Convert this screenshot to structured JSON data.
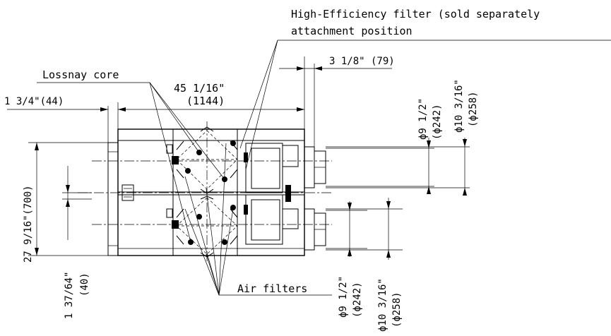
{
  "drawing": {
    "labels": {
      "hefilter_line1": "High-Efficiency filter (sold separately",
      "hefilter_line2": "attachment position",
      "lossnay_core": "Lossnay core",
      "air_filters": "Air filters"
    },
    "dimensions": {
      "width_in": "45 1/16\"",
      "width_mm": "(1144)",
      "left_offset": "1 3/4\"(44)",
      "right_offset": "3 1/8\" (79)",
      "height": "27 9/16\"(700)",
      "bottom_offset_in": "1 37/64\"",
      "bottom_offset_mm": "(40)",
      "upper_duct_inner_in": "ϕ9 1/2\"",
      "upper_duct_inner_mm": "(ϕ242)",
      "upper_duct_outer_in": "ϕ10 3/16\"",
      "upper_duct_outer_mm": "(ϕ258)",
      "lower_duct_inner_in": "ϕ9 1/2\"",
      "lower_duct_inner_mm": "(ϕ242)",
      "lower_duct_outer_in": "ϕ10 3/16\"",
      "lower_duct_outer_mm": "(ϕ258)"
    }
  }
}
